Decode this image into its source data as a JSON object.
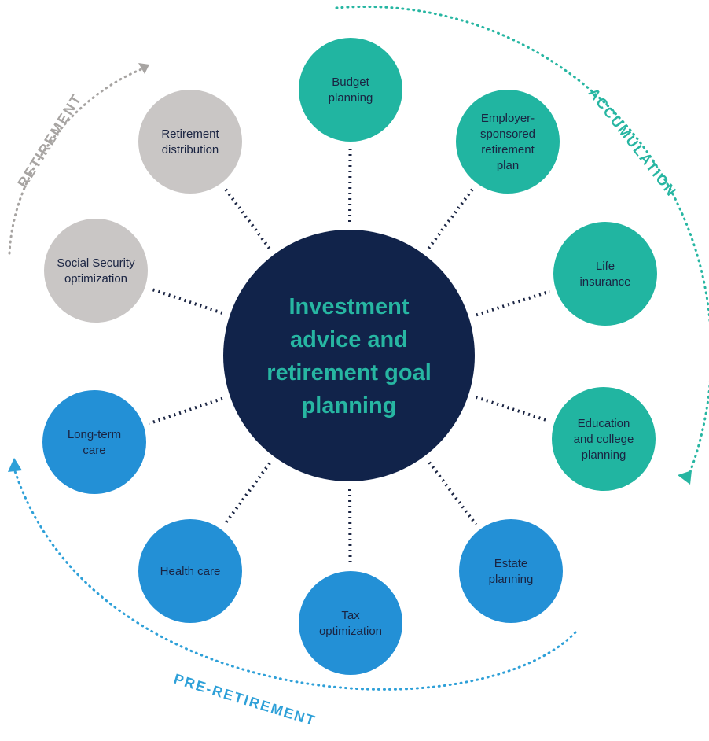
{
  "center": {
    "lines": [
      "Investment",
      "advice and",
      "retirement goal",
      "planning"
    ]
  },
  "phases": {
    "accumulation": "ACCUMULATION",
    "pre_retirement": "PRE-RETIREMENT",
    "retirement": "RETIREMENT"
  },
  "nodes": [
    {
      "id": "budget-planning",
      "lines": [
        "Budget",
        "planning"
      ],
      "phase": "accumulation"
    },
    {
      "id": "employer-sponsored-retirement-plan",
      "lines": [
        "Employer-",
        "sponsored",
        "retirement",
        "plan"
      ],
      "phase": "accumulation"
    },
    {
      "id": "life-insurance",
      "lines": [
        "Life",
        "insurance"
      ],
      "phase": "accumulation"
    },
    {
      "id": "education-and-college-planning",
      "lines": [
        "Education",
        "and college",
        "planning"
      ],
      "phase": "accumulation"
    },
    {
      "id": "estate-planning",
      "lines": [
        "Estate",
        "planning"
      ],
      "phase": "pre_retirement"
    },
    {
      "id": "tax-optimization",
      "lines": [
        "Tax",
        "optimization"
      ],
      "phase": "pre_retirement"
    },
    {
      "id": "health-care",
      "lines": [
        "Health care"
      ],
      "phase": "pre_retirement"
    },
    {
      "id": "long-term-care",
      "lines": [
        "Long-term",
        "care"
      ],
      "phase": "pre_retirement"
    },
    {
      "id": "social-security-optimization",
      "lines": [
        "Social Security",
        "optimization"
      ],
      "phase": "retirement"
    },
    {
      "id": "retirement-distribution",
      "lines": [
        "Retirement",
        "distribution"
      ],
      "phase": "retirement"
    }
  ],
  "colors": {
    "center_fill": "#11234a",
    "center_text": "#27b6a2",
    "accumulation": "#21b5a1",
    "pre_retirement": "#2390d6",
    "retirement": "#c9c6c5",
    "node_text": "#1a2442",
    "connector": "#1a2442",
    "accumulation_arc": "#27b6a2",
    "pre_retirement_arc": "#2ea0d8",
    "retirement_arc": "#a7a4a2"
  }
}
